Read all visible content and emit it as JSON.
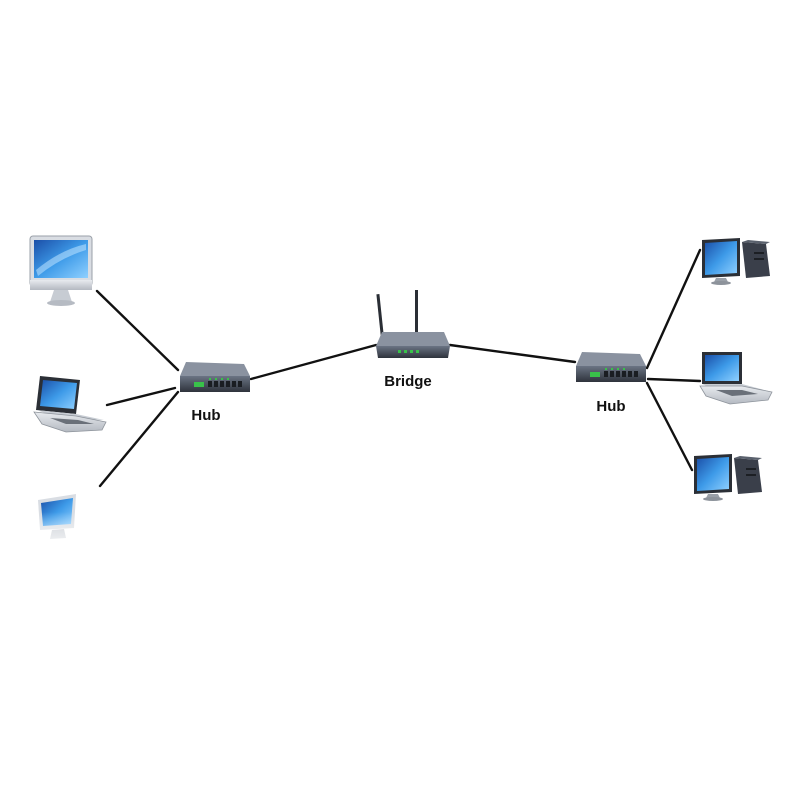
{
  "labels": {
    "hub_left": "Hub",
    "bridge": "Bridge",
    "hub_right": "Hub"
  },
  "icons": {
    "imac": "imac-computer-icon",
    "laptop": "laptop-icon",
    "hub": "network-hub-icon",
    "router": "wireless-bridge-icon",
    "desktop_tower": "desktop-tower-computer-icon"
  },
  "colors": {
    "screen_blue": "#2a7fd4",
    "device_dark": "#3a3f4a",
    "port_green": "#39c24a",
    "connection_line": "#111111",
    "label_text": "#111111"
  }
}
